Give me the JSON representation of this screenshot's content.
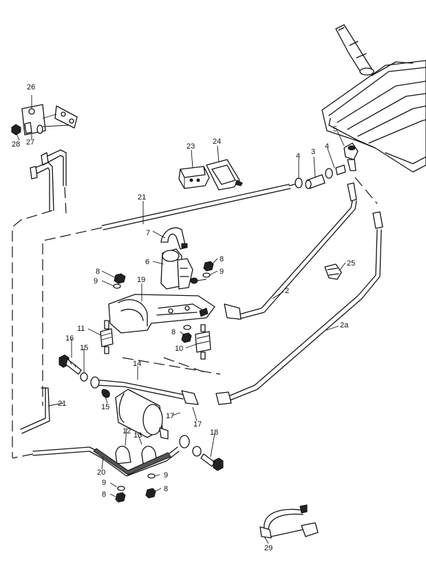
{
  "callouts": {
    "c1": "26",
    "c2": "28",
    "c3": "27",
    "c4": "23",
    "c5": "24",
    "c6": "5",
    "c7": "4",
    "c8": "3",
    "c9": "4",
    "c10": "21",
    "c11": "7",
    "c12": "6",
    "c13": "8",
    "c14": "9",
    "c15": "8",
    "c16": "9",
    "c17": "19",
    "c18": "25",
    "c19": "2",
    "c20": "11",
    "c21": "8",
    "c22": "10",
    "c23": "16",
    "c24": "15",
    "c25": "2a",
    "c26": "14",
    "c27": "15",
    "c28": "21",
    "c29": "17",
    "c30": "17",
    "c31": "12",
    "c32": "13",
    "c33": "18",
    "c34": "20",
    "c35": "9",
    "c36": "8",
    "c37": "9",
    "c38": "8",
    "c39": "29"
  }
}
